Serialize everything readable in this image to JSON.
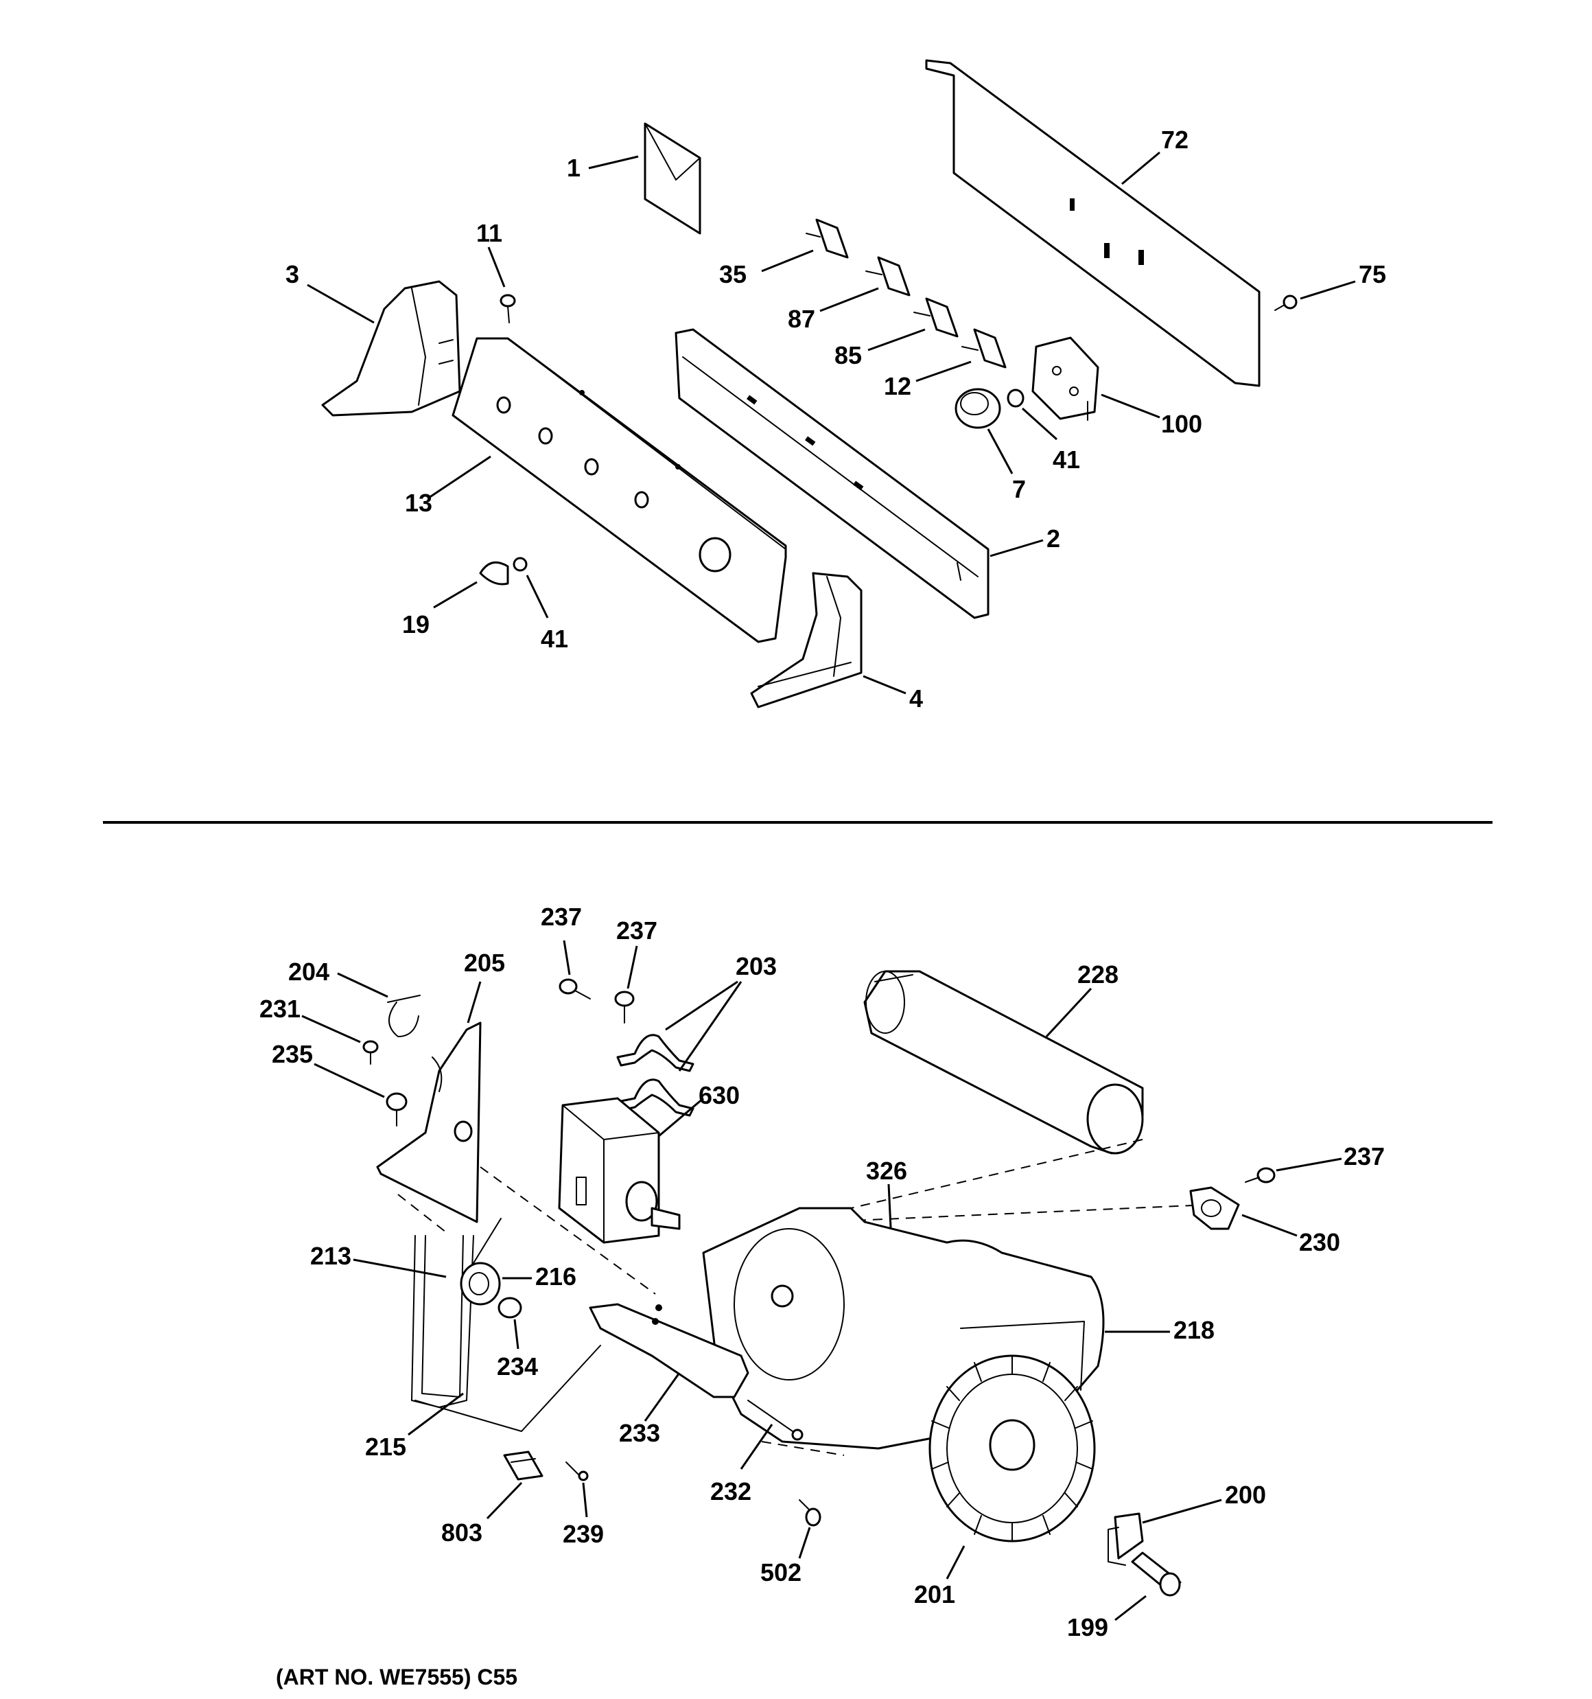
{
  "art_number": "(ART NO. WE7555) C55",
  "callouts": {
    "c1": "1",
    "c2": "2",
    "c3": "3",
    "c4": "4",
    "c7": "7",
    "c11": "11",
    "c12": "12",
    "c13": "13",
    "c19": "19",
    "c35": "35",
    "c41a": "41",
    "c41b": "41",
    "c72": "72",
    "c75": "75",
    "c85": "85",
    "c87": "87",
    "c100": "100",
    "c199": "199",
    "c200": "200",
    "c201": "201",
    "c203": "203",
    "c204": "204",
    "c205": "205",
    "c213": "213",
    "c215": "215",
    "c216": "216",
    "c218": "218",
    "c228": "228",
    "c230": "230",
    "c231": "231",
    "c232": "232",
    "c233": "233",
    "c234": "234",
    "c235": "235",
    "c237a": "237",
    "c237b": "237",
    "c237c": "237",
    "c239": "239",
    "c326": "326",
    "c502": "502",
    "c630": "630",
    "c803": "803"
  }
}
